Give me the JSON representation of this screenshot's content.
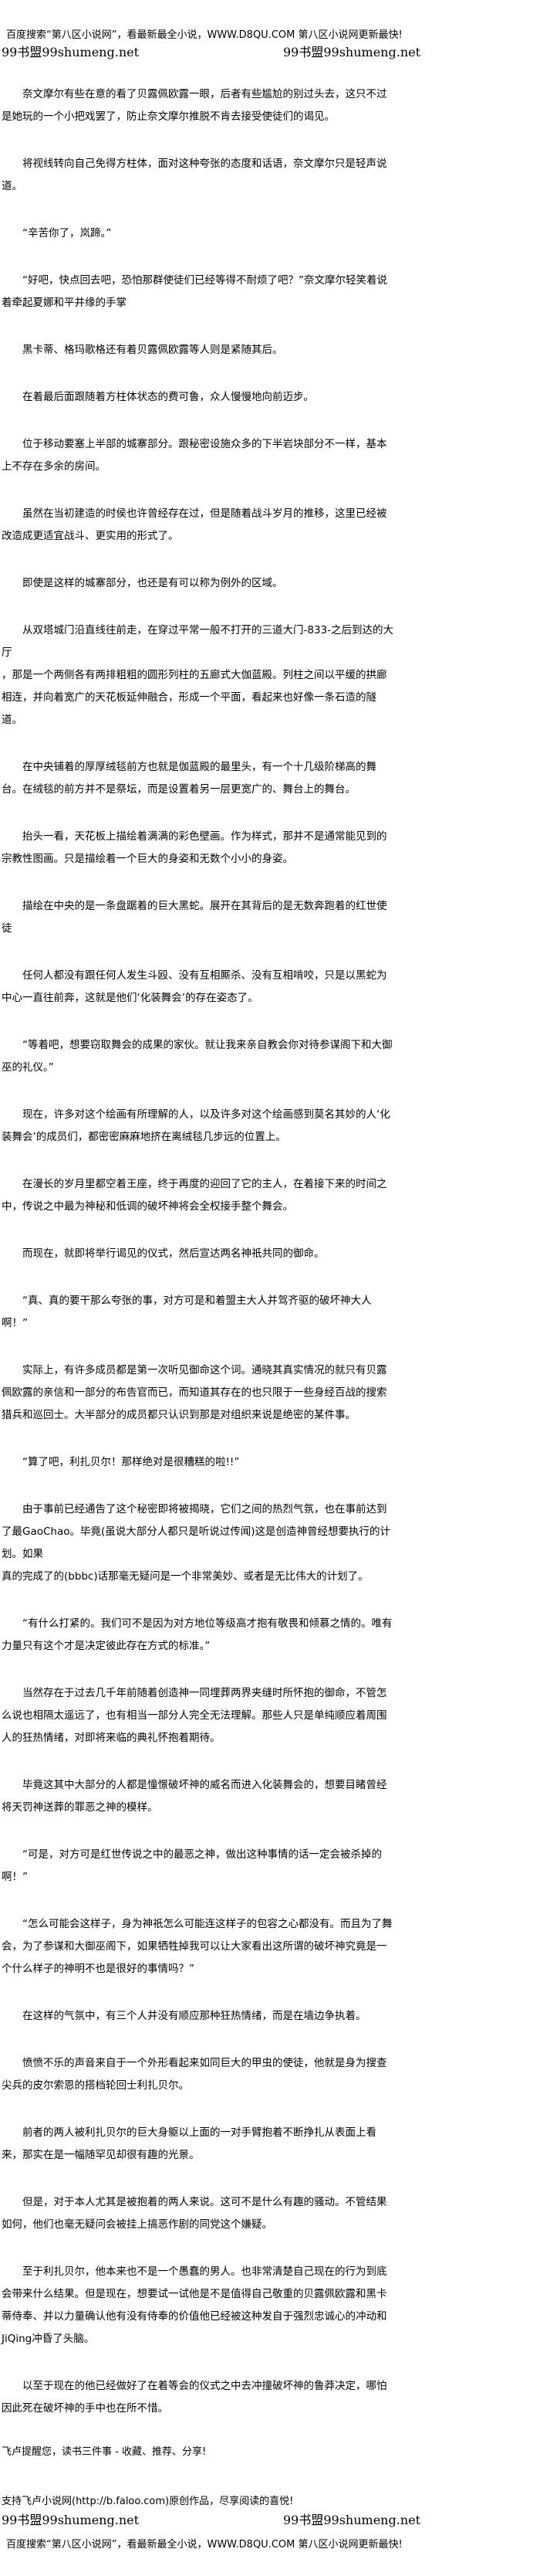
{
  "header": {
    "ad": "百度搜索“第八区小说网”，看最新最全小说，WWW.D8QU.COM  第八区小说网更新最快!",
    "watermark_left": "99书盟99shumeng.net",
    "watermark_right": "99书盟99shumeng.net"
  },
  "paragraphs": [
    "奈文摩尔有些在意的看了贝露佩欧露一眼，后者有些尴尬的别过头去，这只不过是她玩的一个小把戏罢了，防止奈文摩尔推脱不肯去接受使徒们的谒见。",
    "将视线转向自己免得方柱体，面对这种夸张的态度和话语，奈文摩尔只是轻声说道。",
    "“辛苦你了，岚蹄。”",
    "“好吧，快点回去吧，恐怕那群使徒们已经等得不耐烦了吧？”奈文摩尔轻笑着说着牵起夏娜和平井缘的手掌",
    "黑卡蒂、格玛歌格还有着贝露佩欧露等人则是紧随其后。",
    "在着最后面跟随着方柱体状态的费可鲁，众人慢慢地向前迈步。",
    "位于移动要塞上半部的城寨部分。跟秘密设施众多的下半岩块部分不一样，基本上不存在多余的房间。",
    "虽然在当初建造的时侯也许曾经存在过，但是随着战斗岁月的推移，这里已经被改造成更适宜战斗、更实用的形式了。",
    "即使是这样的城寨部分，也还是有可以称为例外的区域。",
    "从双塔城门沿直线往前走，在穿过平常一般不打开的三道大门-833-之后到达的大厅\n，那是一个两侧各有两排粗粗的圆形列柱的五廊式大伽蓝殿。列柱之间以平缓的拱廊相连，并向着宽广的天花板延伸融合，形成一个平面，看起来也好像一条石造的隧道。",
    "在中央铺着的厚厚绒毯前方也就是伽蓝殿的最里头，有一个十几级阶梯高的舞台。在绒毯的前方并不是祭坛，而是设置着另一层更宽广的、舞台上的舞台。",
    "抬头一看，天花板上描绘着满满的彩色壁画。作为样式，那并不是通常能见到的宗教性图画。只是描绘着一个巨大的身姿和无数个小小的身姿。",
    "描绘在中央的是一条盘踞着的巨大黑蛇。展开在其背后的是无数奔跑着的红世使徒",
    "任何人都没有跟任何人发生斗殴、没有互相厮杀、没有互相啃咬，只是以黑蛇为中心一直往前奔，这就是他们‘化装舞会’的存在姿态了。",
    "“等着吧，想要窃取舞会的成果的家伙。就让我来亲自教会你对待参谋阁下和大御巫的礼仪。”",
    "现在，许多对这个绘画有所理解的人，以及许多对这个绘画感到莫名其妙的人‘化装舞会’的成员们，都密密麻麻地挤在离绒毯几步远的位置上。",
    "在漫长的岁月里都空着王座，终于再度的迎回了它的主人，在着接下来的时间之中，传说之中最为神秘和低调的破坏神将会全权接手整个舞会。",
    "而现在，就即将举行谒见的仪式，然后宣达两名神祇共同的御命。",
    "“真、真的要干那么夸张的事，对方可是和着盟主大人并驾齐驱的破坏神大人啊！”",
    "实际上，有许多成员都是第一次听见御命这个词。通晓其真实情况的就只有贝露佩欧露的亲信和一部分的布告官而已，而知道其存在的也只限于一些身经百战的搜索猎兵和巡回士。大半部分的成员都只认识到那是对组织来说是绝密的某件事。",
    "“算了吧，利扎贝尔！那样绝对是很糟糕的啦!!”",
    "由于事前已经通告了这个秘密即将被揭晓，它们之间的热烈气氛，也在事前达到了最GaoChao。毕竟(虽说大部分人都只是听说过传闻)这是创造神曾经想要执行的计划。如果\n真的完成了的(bbbc)话那毫无疑问是一个非常美妙、或者是无比伟大的计划了。",
    "“有什么打紧的。我们可不是因为对方地位等级高才抱有敬畏和倾慕之情的。唯有力量只有这个才是决定彼此存在方式的标准。”",
    "当然存在于过去几千年前随着创造神一同埋葬两界夹缝时所怀抱的御命，不管怎么说也相隔太遥远了，也有相当一部分人完全无法理解。那些人只是单纯顺应着周围人的狂热情绪，对即将来临的典礼怀抱着期待。",
    "毕竟这其中大部分的人都是憧憬破坏神的威名而进入化装舞会的，想要目睹曾经将天罚神送葬的罪恶之神的模样。",
    "“可是，对方可是红世传说之中的最恶之神，做出这种事情的话一定会被杀掉的啊！”",
    "“怎么可能会这样子，身为神祇怎么可能连这样子的包容之心都没有。而且为了舞会，为了参谋和大御巫阁下，如果牺牲掉我可以让大家看出这所谓的破坏神究竟是一个什么样子的神明不也是很好的事情吗？”",
    "在这样的气氛中，有三个人并没有顺应那种狂热情绪，而是在墙边争执着。",
    "愤愤不乐的声音来自于一个外形看起来如同巨大的甲虫的使徒，他就是身为搜查尖兵的皮尔索恩的搭档轮回士利扎贝尔。",
    "前者的两人被利扎贝尔的巨大身躯以上面的一对手臂抱着不断挣扎从表面上看来，那实在是一幅随罕见却很有趣的光景。",
    "但是，对于本人尤其是被抱着的两人来说。这可不是什么有趣的骚动。不管结果如何，他们也毫无疑问会被挂上搞恶作剧的同党这个嫌疑。",
    "至于利扎贝尔，他本来也不是一个愚蠢的男人。也非常清楚自己现在的行为到底会带来什么结果。但是现在，想要试一试他是不是值得自己敬重的贝露佩欧露和黑卡蒂侍奉、并以力量确认他有没有侍奉的价值他已经被这种发自于强烈忠诚心的冲动和JiQing冲昏了头脑。",
    "以至于现在的他已经做好了在着等会的仪式之中去冲撞破坏神的鲁莽决定，哪怕因此死在破坏神的手中也在所不惜。"
  ],
  "footer": {
    "reminder": "飞卢提醒您，读书三件事 - 收藏、推荐、分享!",
    "support": "支持飞卢小说网(http://b.faloo.com)原创作品，尽享阅读的喜悦!",
    "watermark_left": "99书盟99shumeng.net",
    "watermark_right": "99书盟99shumeng.net",
    "ad": "百度搜索“第八区小说网”，看最新最全小说，WWW.D8QU.COM  第八区小说网更新最快!"
  }
}
